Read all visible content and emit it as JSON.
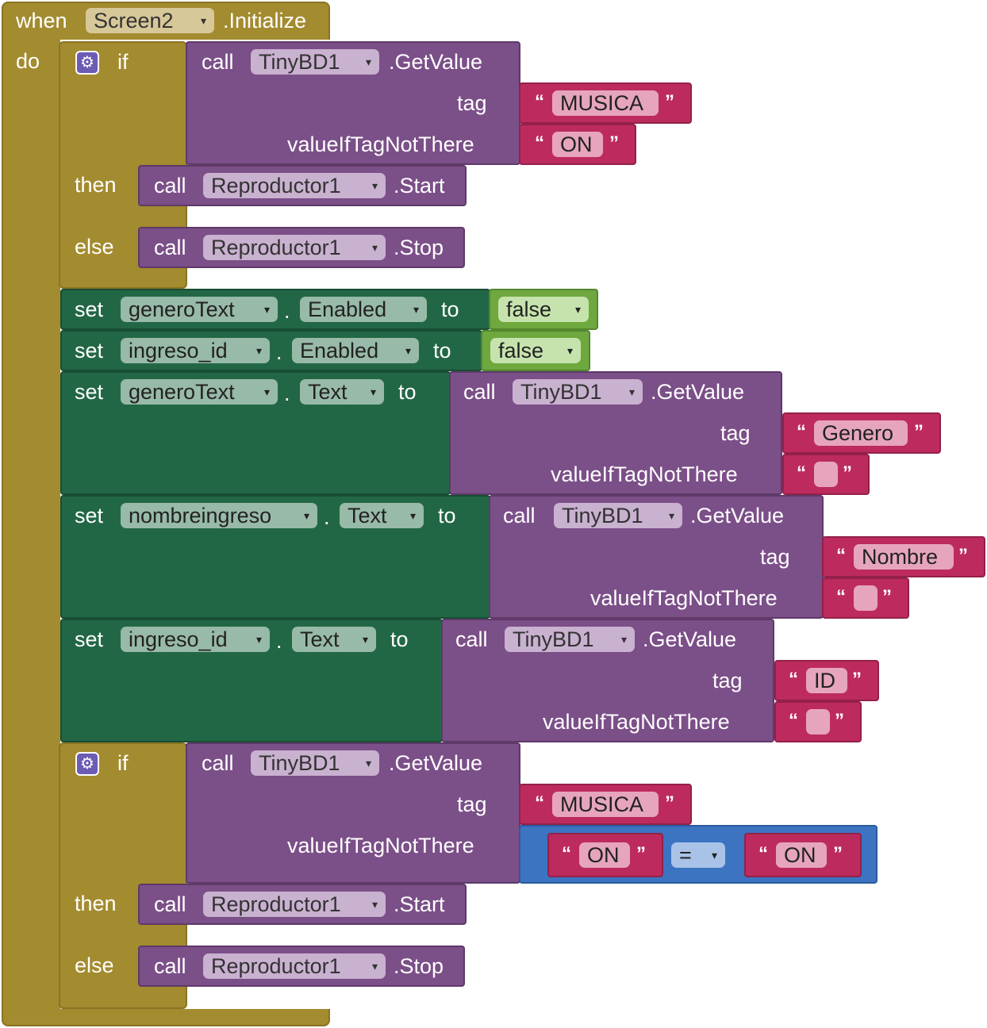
{
  "event": {
    "when": "when",
    "component": "Screen2",
    "event": ".Initialize",
    "do": "do"
  },
  "if1": {
    "if": "if",
    "then": "then",
    "else": "else",
    "cond": {
      "call": "call",
      "component": "TinyBD1",
      "method": ".GetValue",
      "tag_label": "tag",
      "tag_value": "MUSICA",
      "vitnt_label": "valueIfTagNotThere",
      "vitnt_value": "ON"
    },
    "then_call": {
      "call": "call",
      "component": "Reproductor1",
      "method": ".Start"
    },
    "else_call": {
      "call": "call",
      "component": "Reproductor1",
      "method": ".Stop"
    }
  },
  "sets": [
    {
      "set": "set",
      "component": "generoText",
      "dot": ".",
      "property": "Enabled",
      "to": "to",
      "value": "false"
    },
    {
      "set": "set",
      "component": "ingreso_id",
      "dot": ".",
      "property": "Enabled",
      "to": "to",
      "value": "false"
    },
    {
      "set": "set",
      "component": "generoText",
      "dot": ".",
      "property": "Text",
      "to": "to",
      "call": "call",
      "db": "TinyBD1",
      "method": ".GetValue",
      "tag_label": "tag",
      "tag_value": "Genero",
      "vitnt_label": "valueIfTagNotThere",
      "vitnt_value": ""
    },
    {
      "set": "set",
      "component": "nombreingreso",
      "dot": ".",
      "property": "Text",
      "to": "to",
      "call": "call",
      "db": "TinyBD1",
      "method": ".GetValue",
      "tag_label": "tag",
      "tag_value": "Nombre",
      "vitnt_label": "valueIfTagNotThere",
      "vitnt_value": ""
    },
    {
      "set": "set",
      "component": "ingreso_id",
      "dot": ".",
      "property": "Text",
      "to": "to",
      "call": "call",
      "db": "TinyBD1",
      "method": ".GetValue",
      "tag_label": "tag",
      "tag_value": "ID",
      "vitnt_label": "valueIfTagNotThere",
      "vitnt_value": ""
    }
  ],
  "if2": {
    "if": "if",
    "then": "then",
    "else": "else",
    "cond": {
      "call": "call",
      "component": "TinyBD1",
      "method": ".GetValue",
      "tag_label": "tag",
      "tag_value": "MUSICA",
      "vitnt_label": "valueIfTagNotThere",
      "compare": {
        "left": "ON",
        "op": "=",
        "right": "ON"
      }
    },
    "then_call": {
      "call": "call",
      "component": "Reproductor1",
      "method": ".Start"
    },
    "else_call": {
      "call": "call",
      "component": "Reproductor1",
      "method": ".Stop"
    }
  },
  "icons": {
    "caret": "▾",
    "gear": "⚙",
    "quote_open": "“",
    "quote_close": "”"
  },
  "colors": {
    "event": "#a38b2f",
    "procedure": "#7b4f88",
    "setter": "#226745",
    "text": "#bd2b5e",
    "logic": "#6ea83e",
    "compare": "#3c74c2"
  }
}
